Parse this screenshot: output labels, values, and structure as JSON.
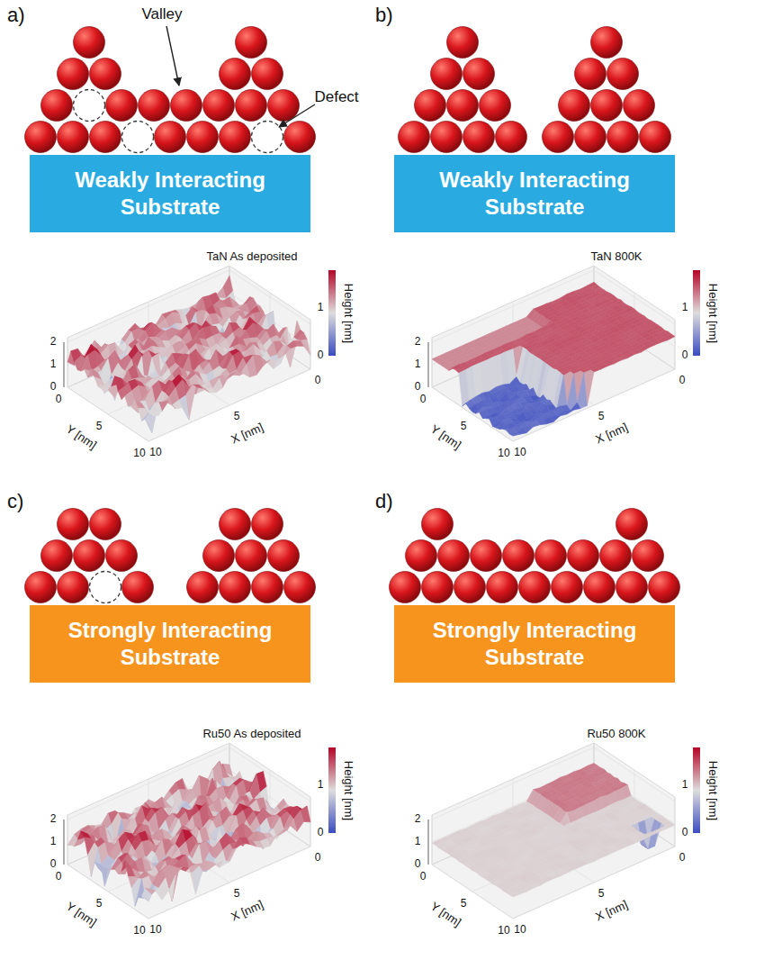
{
  "diagram": {
    "nodes": [
      {
        "text": [
          "Weakly Interacting Substrate"
        ]
      },
      {
        "text": [
          "Weakly Interacting Substrate"
        ]
      },
      {
        "text": [
          "Strongly Interacting Substrate"
        ]
      },
      {
        "text": [
          "Strongly Interacting Substrate"
        ]
      }
    ],
    "labels": [
      "a)",
      "Valley",
      "Defect",
      "TaN As deposited",
      "Height [nm]",
      "2",
      "1",
      "0",
      "1",
      "0",
      "Y [nm]",
      "0",
      "5",
      "10",
      "X [nm]",
      "10",
      "5",
      "0",
      "b)",
      "TaN 800K",
      "Height [nm]",
      "2",
      "1",
      "0",
      "1",
      "0",
      "Y [nm]",
      "0",
      "5",
      "10",
      "X [nm]",
      "10",
      "5",
      "0",
      "c)",
      "Ru50 As deposited",
      "Height [nm]",
      "2",
      "1",
      "0",
      "1",
      "0",
      "Y [nm]",
      "0",
      "5",
      "10",
      "X [nm]",
      "10",
      "5",
      "0",
      "d)",
      "Ru50 800K",
      "Height [nm]",
      "2",
      "1",
      "0",
      "1",
      "0",
      "Y [nm]",
      "0",
      "5",
      "10",
      "X [nm]",
      "10",
      "5",
      "0"
    ]
  }
}
